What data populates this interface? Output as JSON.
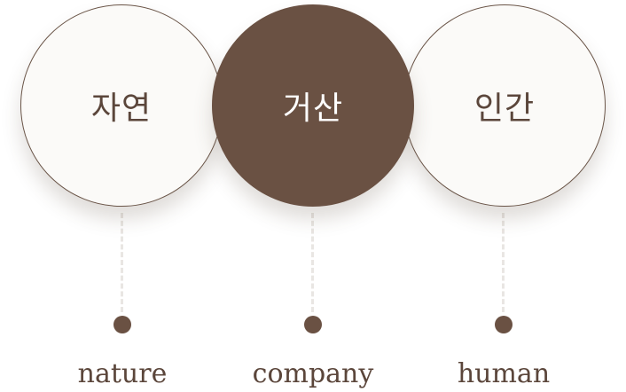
{
  "nodes": [
    {
      "label": "자연",
      "caption": "nature"
    },
    {
      "label": "거산",
      "caption": "company"
    },
    {
      "label": "인간",
      "caption": "human"
    }
  ],
  "colors": {
    "brand_brown": "#6a5143",
    "outline": "#6a5548",
    "light_fill": "#fbfaf8",
    "text": "#5b463b",
    "connector": "#e9e6e3"
  }
}
